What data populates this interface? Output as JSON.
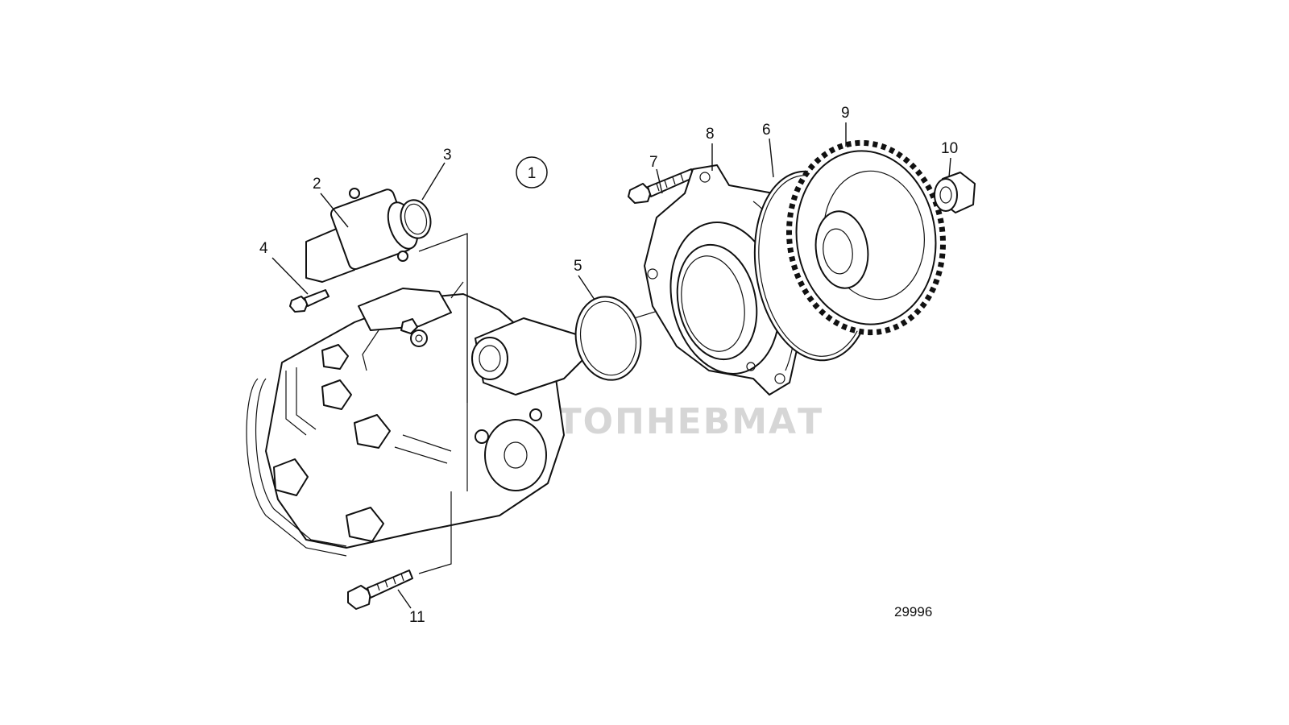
{
  "diagram": {
    "assembly_marker": "1",
    "drawing_number": "29996",
    "watermark": "АВТОПНЕВМАТ",
    "callouts": [
      {
        "id": "2",
        "label": "2"
      },
      {
        "id": "3",
        "label": "3"
      },
      {
        "id": "4",
        "label": "4"
      },
      {
        "id": "5",
        "label": "5"
      },
      {
        "id": "6",
        "label": "6"
      },
      {
        "id": "7",
        "label": "7"
      },
      {
        "id": "8",
        "label": "8"
      },
      {
        "id": "9",
        "label": "9"
      },
      {
        "id": "10",
        "label": "10"
      },
      {
        "id": "11",
        "label": "11"
      }
    ]
  }
}
